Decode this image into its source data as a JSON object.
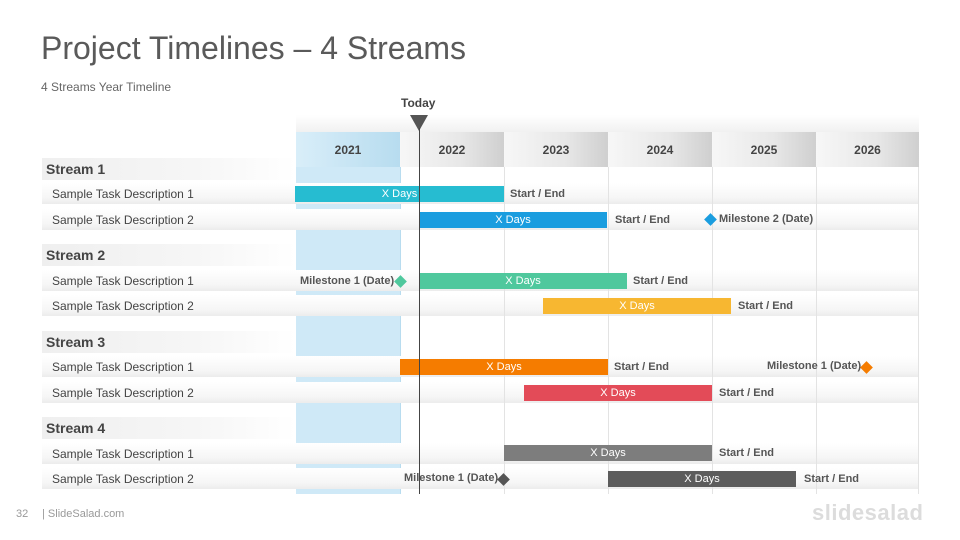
{
  "title": "Project Timelines – 4 Streams",
  "subtitle": "4 Streams  Year Timeline",
  "today_label": "Today",
  "years": [
    "2021",
    "2022",
    "2023",
    "2024",
    "2025",
    "2026"
  ],
  "streams": [
    {
      "name": "Stream 1",
      "tasks": [
        {
          "label": "Sample Task Description 1",
          "bar_text": "X Days",
          "end_text": "Start / End",
          "color": "#26bcd1"
        },
        {
          "label": "Sample Task Description 2",
          "bar_text": "X Days",
          "end_text": "Start / End",
          "color": "#1a9ddf",
          "milestone": "Milestone 2 (Date)",
          "milestone_color": "#1a9ddf"
        }
      ]
    },
    {
      "name": "Stream 2",
      "tasks": [
        {
          "label": "Sample Task Description 1",
          "bar_text": "X Days",
          "end_text": "Start / End",
          "color": "#4fc89d",
          "milestone": "Milestone 1 (Date)",
          "milestone_color": "#4fc89d"
        },
        {
          "label": "Sample Task Description 2",
          "bar_text": "X Days",
          "end_text": "Start / End",
          "color": "#f7b731"
        }
      ]
    },
    {
      "name": "Stream 3",
      "tasks": [
        {
          "label": "Sample Task Description 1",
          "bar_text": "X Days",
          "end_text": "Start / End",
          "color": "#f57c00",
          "milestone": "Milestone 1 (Date)",
          "milestone_color": "#f57c00"
        },
        {
          "label": "Sample Task Description 2",
          "bar_text": "X Days",
          "end_text": "Start / End",
          "color": "#e34b58"
        }
      ]
    },
    {
      "name": "Stream 4",
      "tasks": [
        {
          "label": "Sample Task Description 1",
          "bar_text": "X Days",
          "end_text": "Start / End",
          "color": "#7d7d7d"
        },
        {
          "label": "Sample Task Description 2",
          "bar_text": "X Days",
          "end_text": "Start / End",
          "color": "#5c5c5c",
          "milestone": "Milestone 1 (Date)",
          "milestone_color": "#555555"
        }
      ]
    }
  ],
  "footer": {
    "page_number": "32",
    "source": "| SlideSalad.com",
    "logo": "slidesalad"
  }
}
